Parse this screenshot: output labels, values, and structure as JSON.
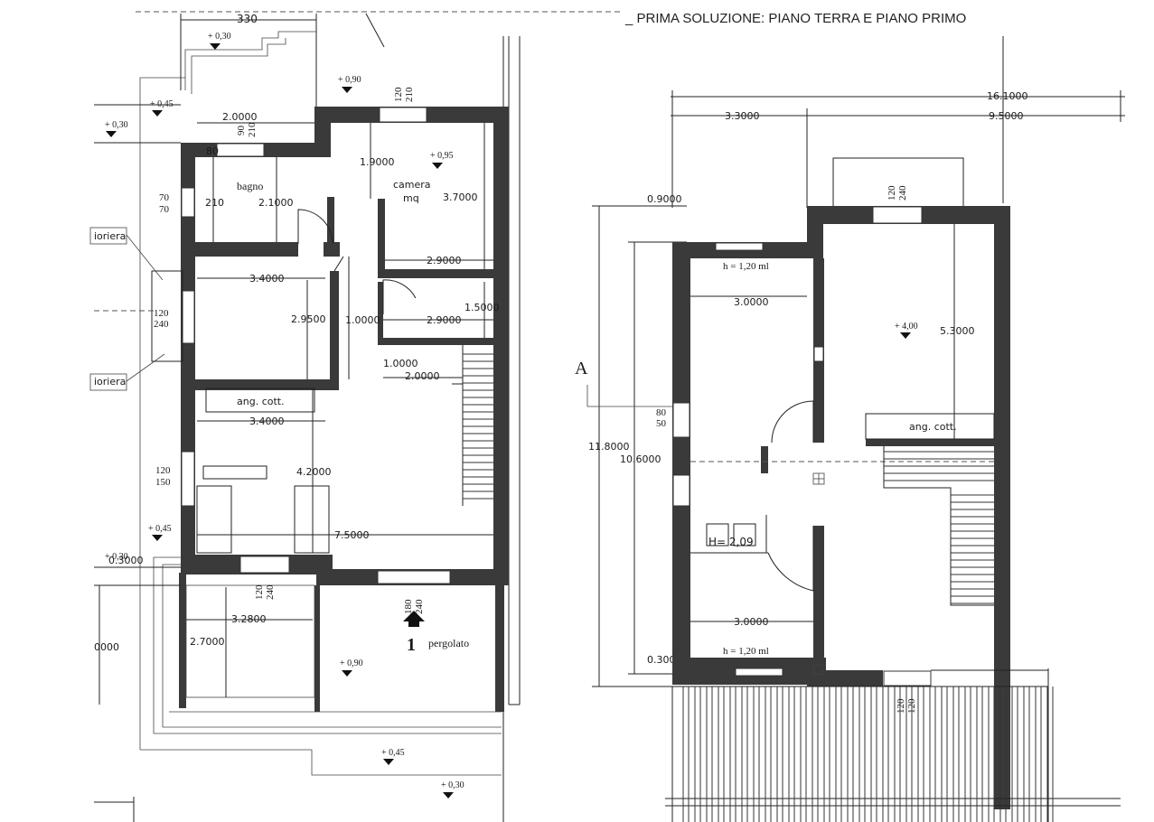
{
  "title": "_ PRIMA SOLUZIONE: PIANO TERRA E PIANO PRIMO",
  "ground": {
    "dims": {
      "top": "330",
      "bath_w": "2.0000",
      "d80": "80",
      "d210": "210",
      "bath_h": "2.1000",
      "cam_h": "1.9000",
      "cam_w2": "3.7000",
      "cam_w": "2.9000",
      "room_w": "3.4000",
      "room_h": "2.9500",
      "d1": "1.0000",
      "sm_w": "2.9000",
      "sm_h": "1.5000",
      "d1b": "1.0000",
      "d2": "2.0000",
      "liv_w": "3.4000",
      "liv_h": "4.2000",
      "liv_l": "7.5000",
      "gar_w": "3.2800",
      "gar_h": "2.7000",
      "left_big": "0000",
      "left_small": "0.3000"
    },
    "openings": {
      "w_top_a": "120",
      "w_top_b": "210",
      "w_bath_a": "90",
      "w_bath_b": "210",
      "w_left_a": "70",
      "w_left_b": "70",
      "w_side_a": "120",
      "w_side_b": "240",
      "w_liv_a": "120",
      "w_liv_b": "150",
      "w_bot_a": "120",
      "w_bot_b": "240",
      "w_ent_a": "180",
      "w_ent_b": "240"
    },
    "labels": {
      "bagno": "bagno",
      "camera": "camera",
      "mq": "mq",
      "ang": "ang. cott.",
      "fioriera1": "ioriera",
      "fioriera2": "ioriera",
      "pergolato": "pergolato",
      "entry_no": "1"
    },
    "levels": {
      "l030a": "+ 0,30",
      "l090a": "+ 0,90",
      "l045a": "+ 0,45",
      "l030b": "+ 0,30",
      "l095": "+ 0,95",
      "l045b": "+ 0,45",
      "l030c": "+ 0,30",
      "l090b": "+ 0,90",
      "l045c": "+ 0,45",
      "l030d": "+ 0,30"
    }
  },
  "first": {
    "dims": {
      "total": "16.1000",
      "left": "3.3000",
      "right": "9.5000",
      "top_off": "0.9000",
      "r1_w": "3.0000",
      "r_h": "5.3000",
      "total_h": "11.8000",
      "inner_h": "10.6000",
      "r2_w": "3.0000",
      "bot_off": "0.3000"
    },
    "labels": {
      "h1": "h = 1,20 ml",
      "h2": "h = 1,20 ml",
      "hh": "H= 2,09",
      "ang": "ang. cott.",
      "section": "A",
      "lvl400": "+ 4,00"
    },
    "openings": {
      "w_a": "120",
      "w_b": "240",
      "w_l_a": "80",
      "w_l_b": "50",
      "w_bot_a": "120",
      "w_bot_b": "120"
    }
  }
}
